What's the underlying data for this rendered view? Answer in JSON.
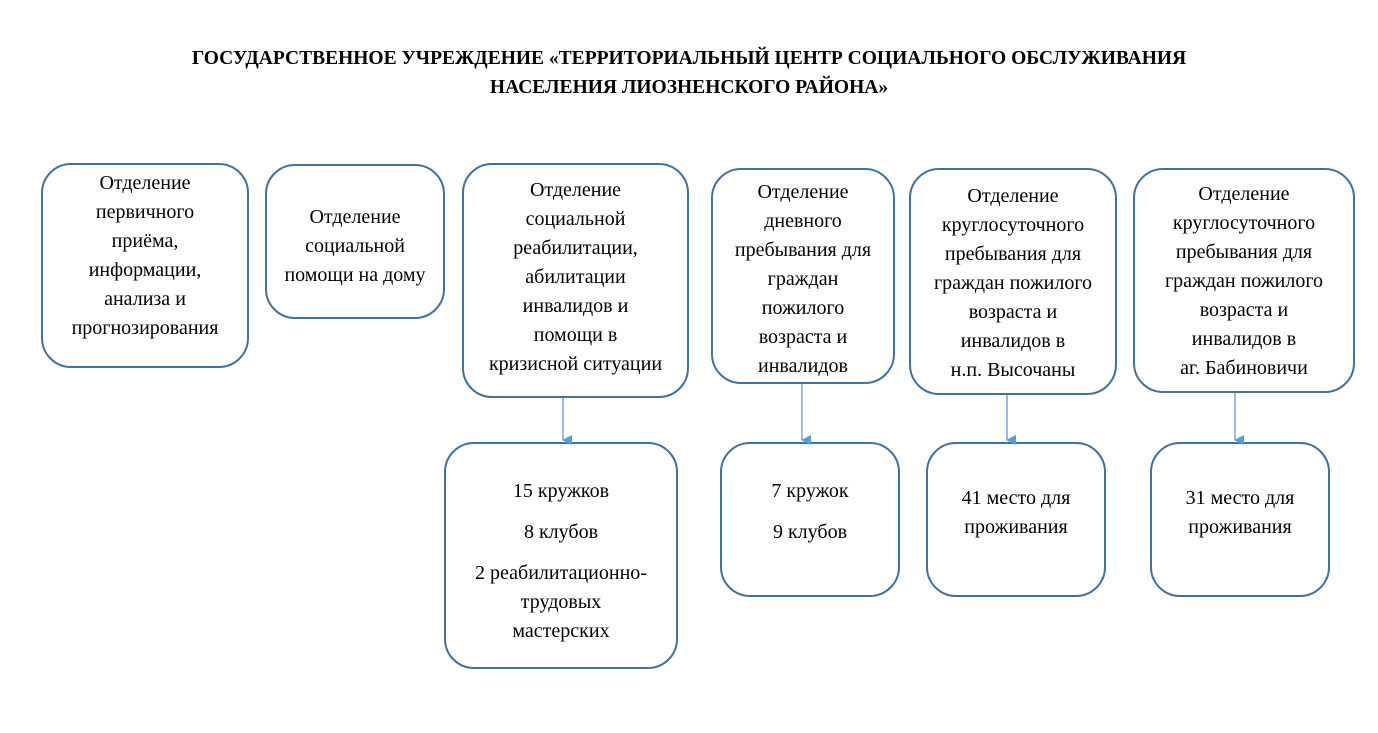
{
  "title": "ГОСУДАРСТВЕННОЕ УЧРЕЖДЕНИЕ «ТЕРРИТОРИАЛЬНЫЙ ЦЕНТР СОЦИАЛЬНОГО ОБСЛУЖИВАНИЯ\nНАСЕЛЕНИЯ ЛИОЗНЕНСКОГО РАЙОНА»",
  "departments": [
    "Отделение\nпервичного\nприёма,\nинформации,\nанализа и\nпрогнозирования",
    "Отделение\nсоциальной\nпомощи на дому",
    "Отделение\nсоциальной\nреабилитации,\nабилитации\nинвалидов и\nпомощи в\nкризисной ситуации",
    "Отделение\nдневного\nпребывания для\nграждан\nпожилого\nвозраста и\nинвалидов",
    "Отделение\nкруглосуточного\nпребывания для\nграждан пожилого\nвозраста и\nинвалидов в\nн.п. Высочаны",
    "Отделение\nкруглосуточного\nпребывания для\nграждан пожилого\nвозраста и\nинвалидов в\nаг. Бабиновичи"
  ],
  "details": [
    [
      "15 кружков",
      "8 клубов",
      "2 реабилитационно-\nтрудовых\nмастерских"
    ],
    [
      "7 кружок",
      "9 клубов"
    ],
    [
      "41 место для\nпроживания"
    ],
    [
      "31 место для\nпроживания"
    ]
  ]
}
